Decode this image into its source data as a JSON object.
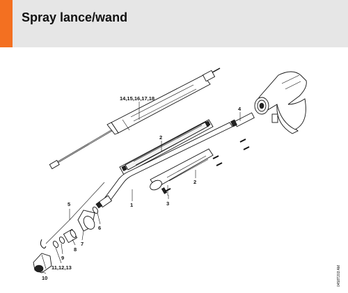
{
  "header": {
    "title": "Spray lance/wand",
    "accent_color": "#f37021",
    "background": "#e6e6e6"
  },
  "parts": {
    "lance_assembly": "14,15,16,17,18",
    "shroud_top": "2",
    "shroud_bottom": "2",
    "connector": "4",
    "screws": "3",
    "wand": "1",
    "nozzle_kit": "5",
    "seal": "6",
    "oring_7": "7",
    "adapter_8": "8",
    "oring_9": "9",
    "nozzle_cap": "10",
    "nozzle_set": "11,12,13"
  },
  "drawing_code": "0458T203 AM"
}
